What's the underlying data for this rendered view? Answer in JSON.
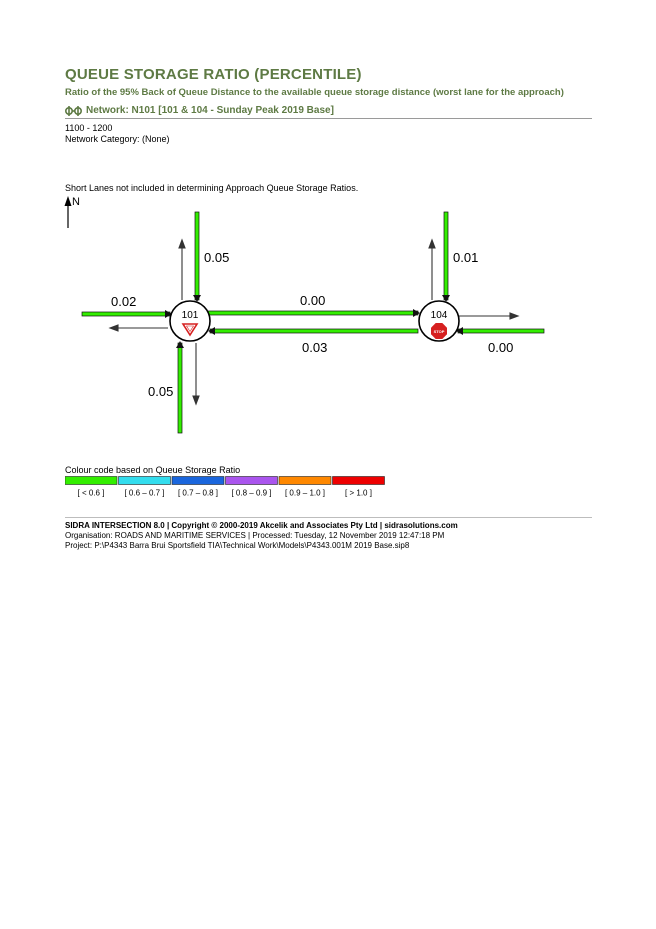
{
  "header": {
    "title": "QUEUE STORAGE RATIO (PERCENTILE)",
    "subtitle": "Ratio of the 95% Back of Queue Distance to the available queue storage distance (worst lane for the approach)",
    "network_label": "Network: N101  [101 & 104 - Sunday Peak 2019 Base]"
  },
  "meta": {
    "time_period": "1100 - 1200",
    "network_category": "Network Category: (None)",
    "note": "Short Lanes not included in determining Approach Queue Storage Ratios."
  },
  "diagram": {
    "north_label": "N",
    "nodes": [
      {
        "id": "101",
        "control": "give-way"
      },
      {
        "id": "104",
        "control": "stop",
        "sign_text": "STOP"
      }
    ],
    "ratios": {
      "n101_north": "0.05",
      "n101_west": "0.02",
      "n101_south": "0.05",
      "link_eastbound": "0.00",
      "link_westbound": "0.03",
      "n104_north": "0.01",
      "n104_east": "0.00"
    },
    "lane_color": "#33cc33"
  },
  "legend": {
    "caption": "Colour code based on Queue Storage Ratio",
    "items": [
      {
        "label": "[ < 0.6 ]",
        "color": "#33ee00"
      },
      {
        "label": "[ 0.6 – 0.7 ]",
        "color": "#33ddee"
      },
      {
        "label": "[ 0.7 – 0.8 ]",
        "color": "#1a66dd"
      },
      {
        "label": "[ 0.8 – 0.9 ]",
        "color": "#aa55ee"
      },
      {
        "label": "[ 0.9 – 1.0 ]",
        "color": "#ff8800"
      },
      {
        "label": "[ > 1.0 ]",
        "color": "#ee0000"
      }
    ]
  },
  "footer": {
    "line1": "SIDRA INTERSECTION 8.0  |  Copyright © 2000-2019 Akcelik and Associates Pty Ltd  |  sidrasolutions.com",
    "line2": "Organisation: ROADS AND MARITIME SERVICES  |  Processed: Tuesday, 12 November 2019 12:47:18 PM",
    "line3": "Project:  P:\\P4343 Barra Brui Sportsfield TIA\\Technical Work\\Models\\P4343.001M 2019 Base.sip8"
  }
}
